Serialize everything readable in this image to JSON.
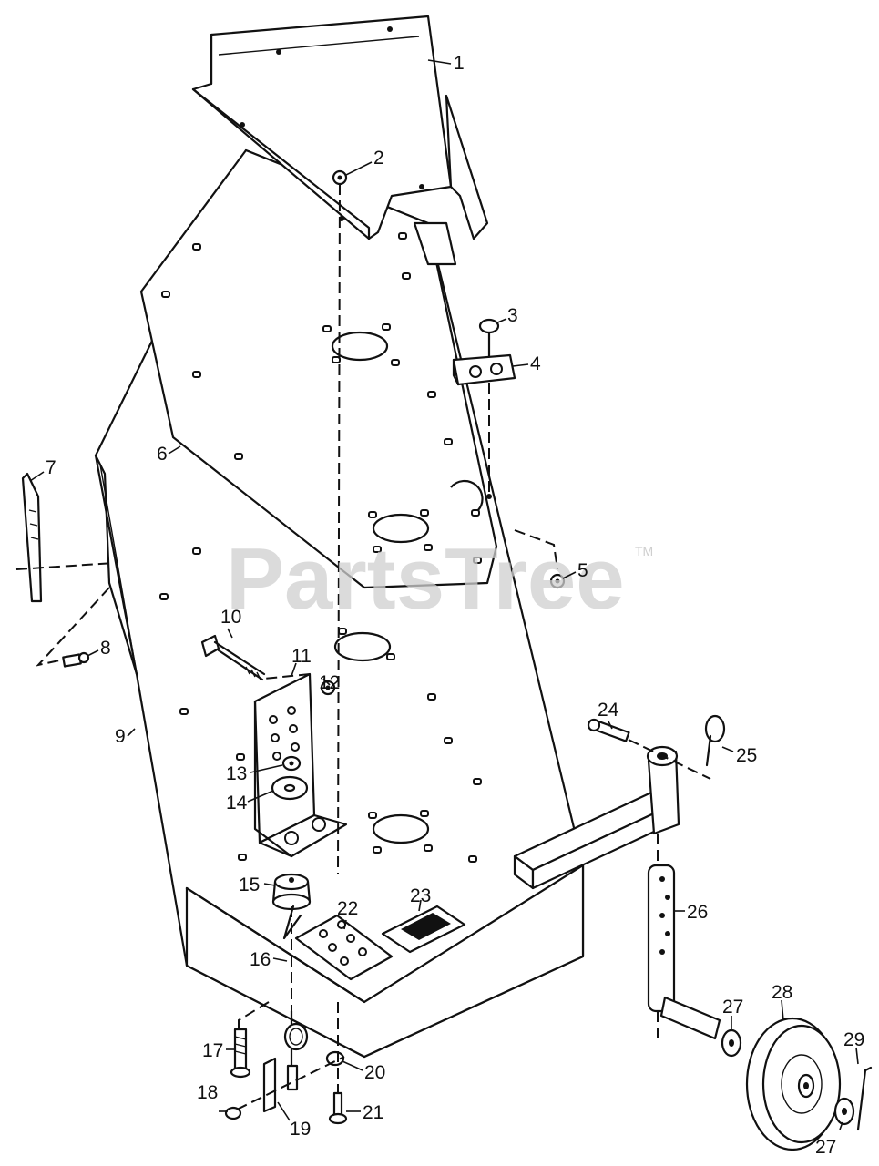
{
  "watermark": {
    "text": "PartsTree",
    "trademark": "TM"
  },
  "callouts": [
    "1",
    "2",
    "3",
    "4",
    "5",
    "6",
    "7",
    "8",
    "9",
    "10",
    "11",
    "12",
    "13",
    "14",
    "15",
    "16",
    "17",
    "18",
    "19",
    "20",
    "21",
    "22",
    "23",
    "24",
    "25",
    "26",
    "27",
    "27",
    "28",
    "29"
  ],
  "colors": {
    "ink": "#111111",
    "background": "#ffffff",
    "watermark": "#cfcfcf"
  }
}
